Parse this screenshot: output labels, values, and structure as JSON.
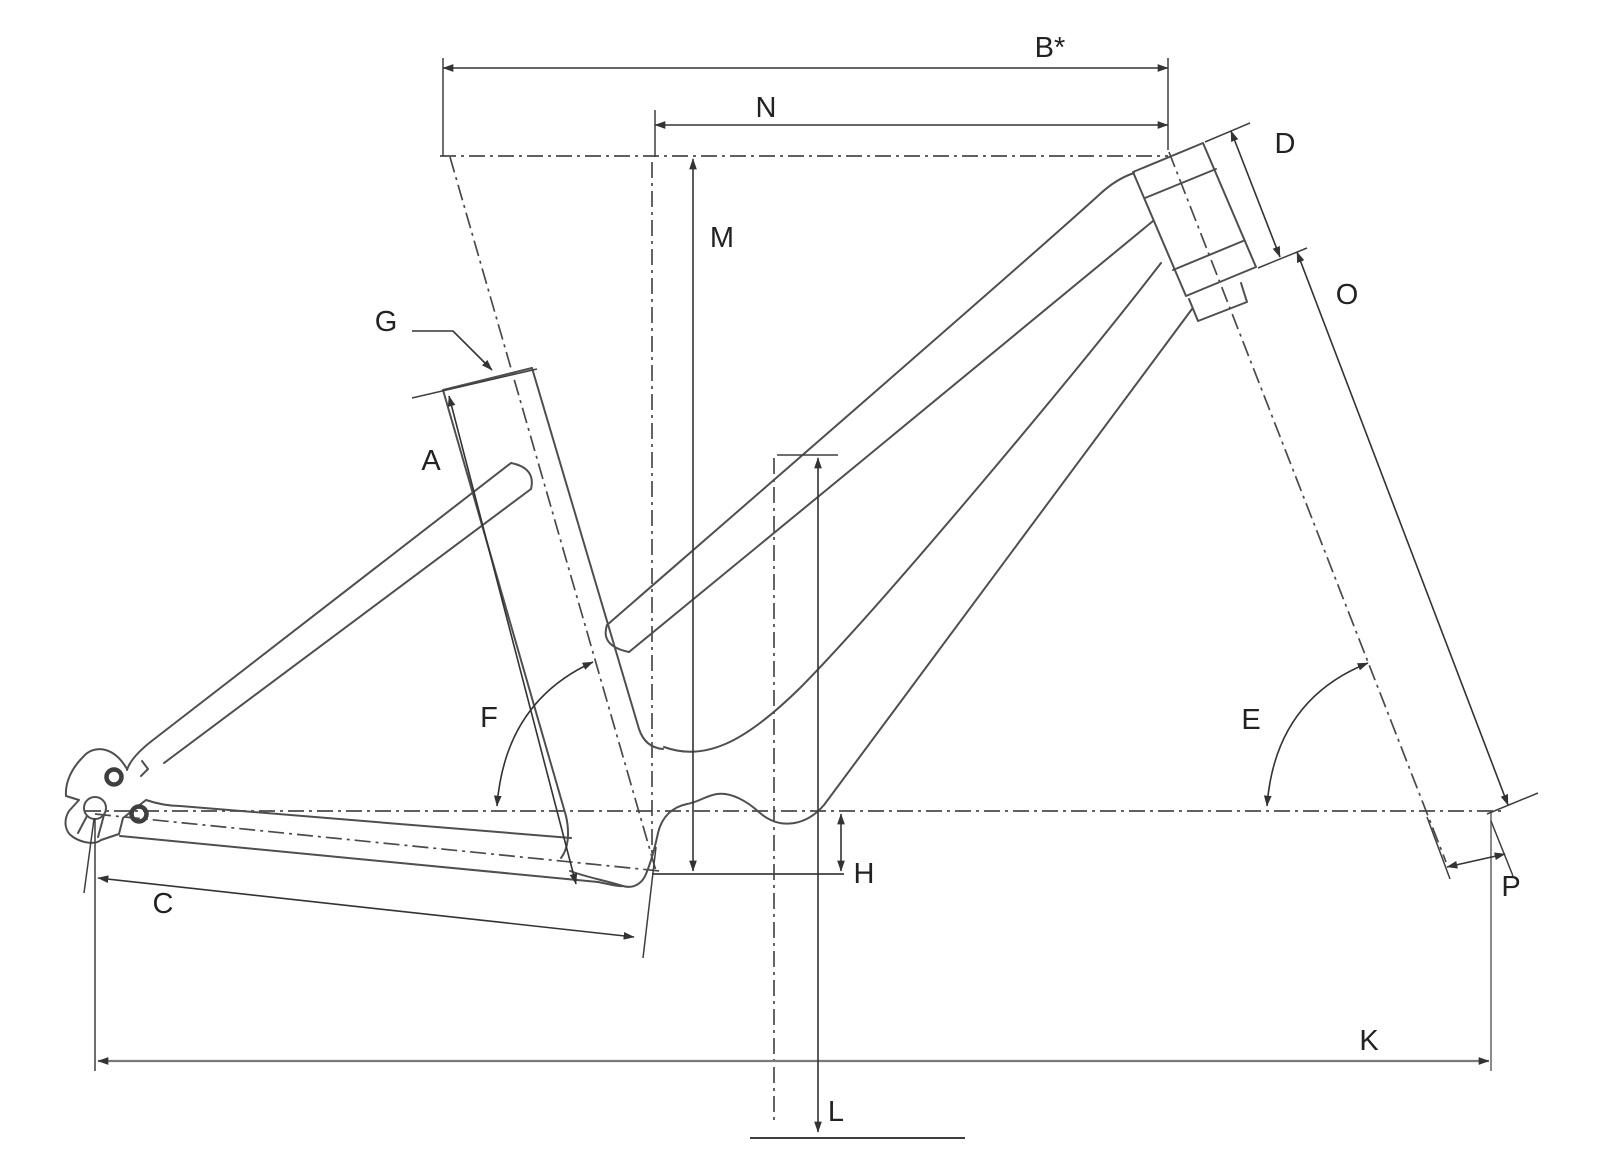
{
  "diagram": {
    "kind": "bicycle-frame-geometry-dimension-drawing",
    "colors": {
      "background": "#ffffff",
      "dimension_line": "#333333",
      "construction_line": "#4a4a4a",
      "frame_outline": "#4f4f4f",
      "wheelbase_line": "#7a7a7a",
      "label_text": "#222222"
    },
    "labels": [
      {
        "id": "a",
        "text": "A"
      },
      {
        "id": "b-star",
        "text": "B*"
      },
      {
        "id": "c",
        "text": "C"
      },
      {
        "id": "d",
        "text": "D"
      },
      {
        "id": "e",
        "text": "E"
      },
      {
        "id": "f",
        "text": "F"
      },
      {
        "id": "g",
        "text": "G"
      },
      {
        "id": "h",
        "text": "H"
      },
      {
        "id": "k",
        "text": "K"
      },
      {
        "id": "l",
        "text": "L"
      },
      {
        "id": "m",
        "text": "M"
      },
      {
        "id": "n",
        "text": "N"
      },
      {
        "id": "o",
        "text": "O"
      },
      {
        "id": "p",
        "text": "P"
      }
    ]
  }
}
